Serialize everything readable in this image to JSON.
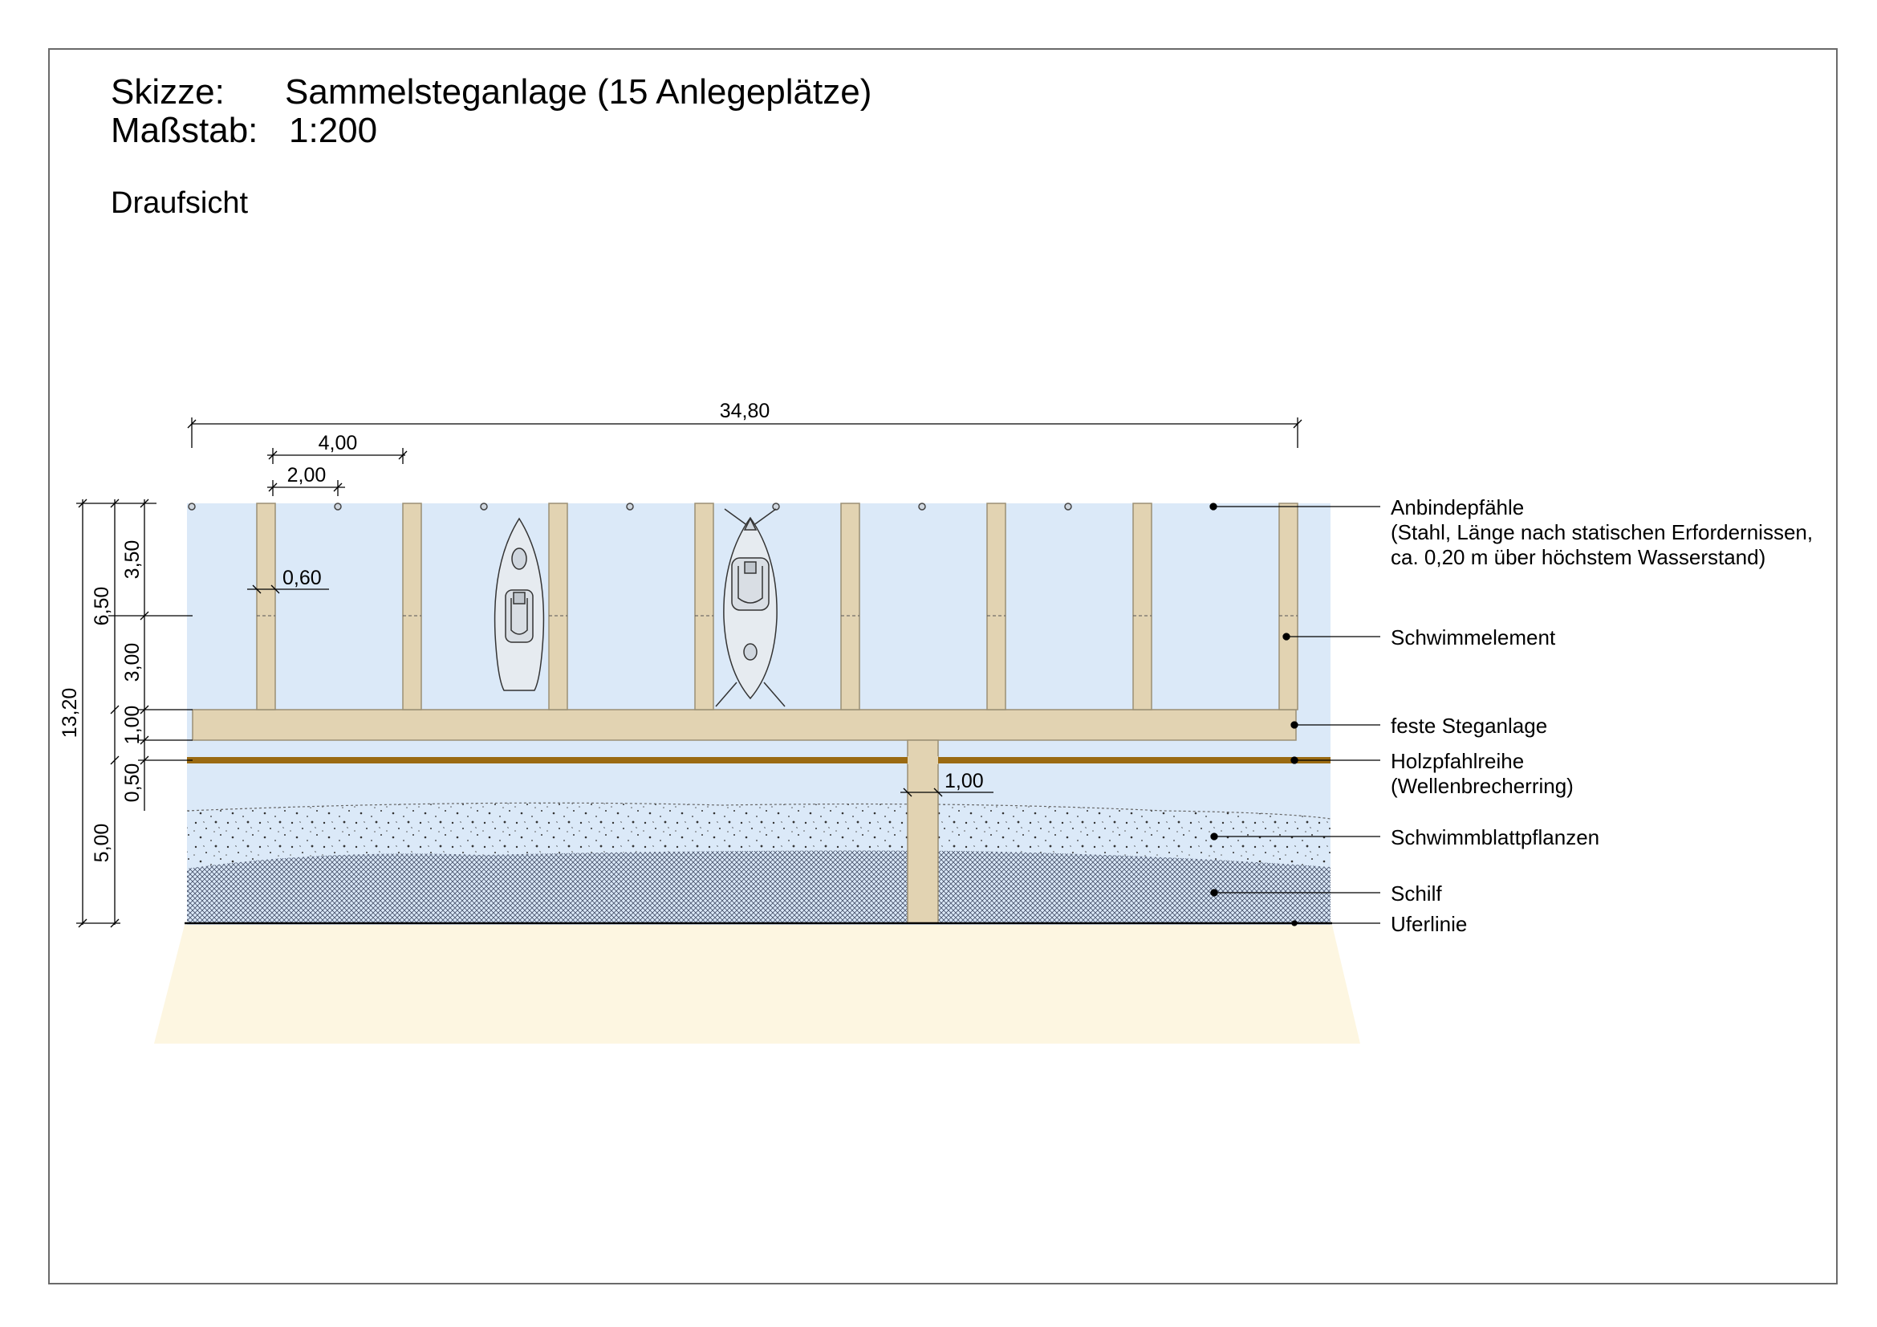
{
  "header": {
    "skizze_label": "Skizze:",
    "skizze_value": "Sammelsteganlage (15 Anlegeplätze)",
    "massstab_label": "Maßstab:",
    "massstab_value": "1:200",
    "view": "Draufsicht"
  },
  "dimensions": {
    "total_width": "34,80",
    "pier_spacing": "4,00",
    "post_spacing": "2,00",
    "finger_width": "0,60",
    "walkway_width": "1,00",
    "v_total": "13,20",
    "v_upper": "6,50",
    "v_350": "3,50",
    "v_300": "3,00",
    "v_100": "1,00",
    "v_050": "0,50",
    "v_500": "5,00"
  },
  "legend": [
    {
      "id": "anbindepfaehle",
      "lines": [
        "Anbindepfähle",
        "(Stahl, Länge nach statischen Erfordernissen,",
        "ca. 0,20 m über höchstem Wasserstand)"
      ]
    },
    {
      "id": "schwimmelement",
      "lines": [
        "Schwimmelement"
      ]
    },
    {
      "id": "feste-steganlage",
      "lines": [
        "feste Steganlage"
      ]
    },
    {
      "id": "holzpfahlreihe",
      "lines": [
        "Holzpfahlreihe",
        "(Wellenbrecherring)"
      ]
    },
    {
      "id": "schwimmblattpflanzen",
      "lines": [
        "Schwimmblattpflanzen"
      ]
    },
    {
      "id": "schilf",
      "lines": [
        "Schilf"
      ]
    },
    {
      "id": "uferlinie",
      "lines": [
        "Uferlinie"
      ]
    }
  ],
  "colors": {
    "water": "#dbe9f8",
    "deck": "#e2d3b2",
    "deck_edge": "#9b8f74",
    "timber_row": "#9a6a12",
    "shore": "#fdf6e1",
    "line": "#000000"
  }
}
